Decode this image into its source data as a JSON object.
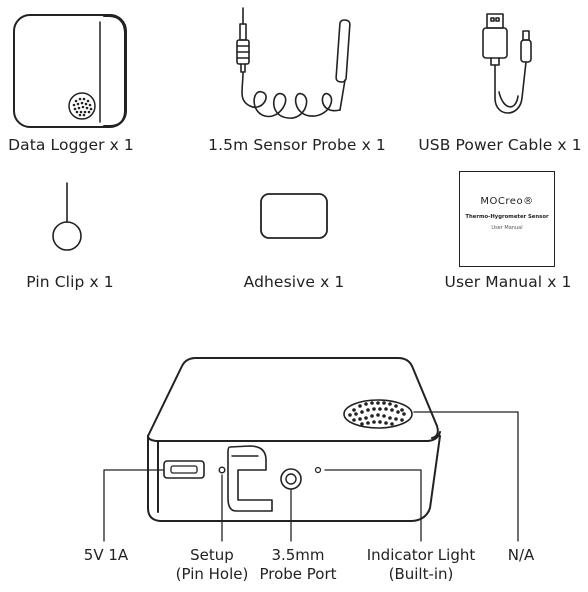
{
  "items": [
    {
      "name": "Data Logger x 1"
    },
    {
      "name": "1.5m Sensor Probe x 1"
    },
    {
      "name": "USB Power Cable x 1"
    },
    {
      "name": "Pin Clip x 1"
    },
    {
      "name": "Adhesive x 1"
    },
    {
      "name": "User Manual x 1"
    }
  ],
  "manual_cover": {
    "brand": "MOCreo®",
    "subtitle": "Thermo-Hygrometer Sensor",
    "title": "User Manual"
  },
  "callouts": {
    "power": "5V 1A",
    "setup_line1": "Setup",
    "setup_line2": "(Pin Hole)",
    "probe_line1": "3.5mm",
    "probe_line2": "Probe Port",
    "indicator_line1": "Indicator Light",
    "indicator_line2": "(Built-in)",
    "na": "N/A"
  }
}
